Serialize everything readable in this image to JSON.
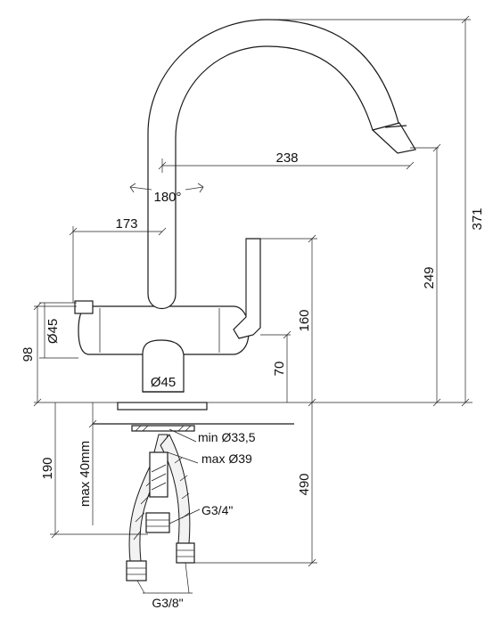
{
  "dimensions": {
    "total_height": "371",
    "spout_reach": "238",
    "swivel": "180°",
    "body_width": "173",
    "lever_height": "249",
    "body_top_height": "160",
    "outlet_height": "70",
    "body_diameter": "Ø45",
    "body_height": "98",
    "base_diameter": "Ø45",
    "hole_min": "min Ø33,5",
    "hole_max": "max Ø39",
    "deck_thickness": "max 40mm",
    "shank_length": "190",
    "hose_length": "490",
    "thread_fitting": "G3/4\"",
    "thread_hose": "G3/8\""
  }
}
